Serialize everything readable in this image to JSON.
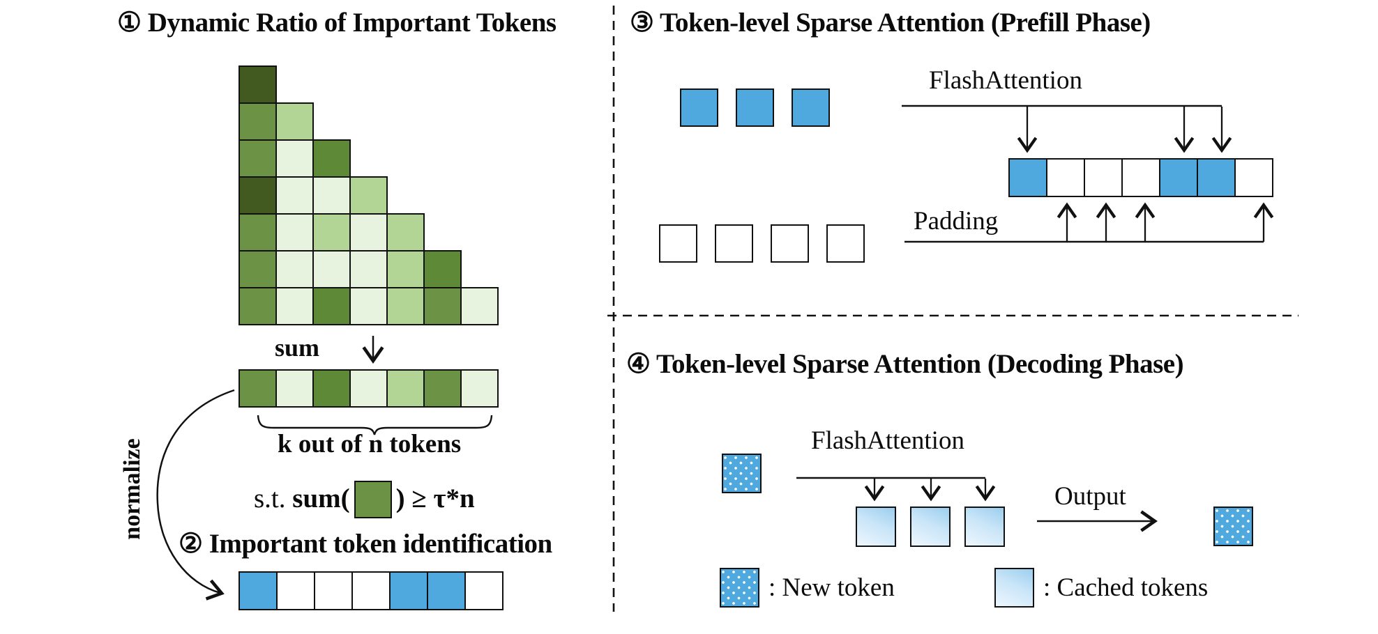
{
  "palette": {
    "dark": "#425a20",
    "med": "#6b9245",
    "med2": "#5e8a38",
    "light": "#b2d494",
    "vlight": "#e7f2df",
    "blue": "#4fa9df",
    "white": "#ffffff"
  },
  "left": {
    "title1": "① Dynamic Ratio of Important Tokens",
    "attention_triangle_rows": [
      [
        "dark"
      ],
      [
        "med",
        "light"
      ],
      [
        "med",
        "vlight",
        "med2"
      ],
      [
        "dark",
        "vlight",
        "vlight",
        "light"
      ],
      [
        "med",
        "vlight",
        "light",
        "vlight",
        "light"
      ],
      [
        "med",
        "vlight",
        "vlight",
        "vlight",
        "light",
        "med2"
      ],
      [
        "med",
        "vlight",
        "med2",
        "vlight",
        "light",
        "med",
        "vlight"
      ]
    ],
    "sum_label": "sum",
    "sum_row": [
      "med",
      "vlight",
      "med2",
      "vlight",
      "light",
      "med",
      "vlight"
    ],
    "brace_label": "k out of n tokens",
    "formula_prefix": "s.t. ",
    "formula_sum": "sum(",
    "formula_rest": ") ≥ τ*n",
    "formula_square_color": "#6b9245",
    "normalize_label": "normalize",
    "title2": "② Important token identification",
    "selection_row": [
      "blue",
      "white",
      "white",
      "white",
      "blue",
      "blue",
      "white"
    ]
  },
  "right_prefill": {
    "title": "③ Token-level Sparse Attention (Prefill Phase)",
    "flash_label": "FlashAttention",
    "padding_label": "Padding",
    "important_tokens": [
      "blue",
      "blue",
      "blue"
    ],
    "padding_tokens": [
      "white",
      "white",
      "white",
      "white"
    ],
    "merged_row": [
      "blue",
      "white",
      "white",
      "white",
      "blue",
      "blue",
      "white"
    ]
  },
  "right_decode": {
    "title": "④ Token-level Sparse Attention (Decoding Phase)",
    "flash_label": "FlashAttention",
    "output_label": "Output",
    "cached_tokens_count": 3,
    "legend": {
      "new_token_label": ": New token",
      "cached_tokens_label": ": Cached tokens"
    }
  }
}
